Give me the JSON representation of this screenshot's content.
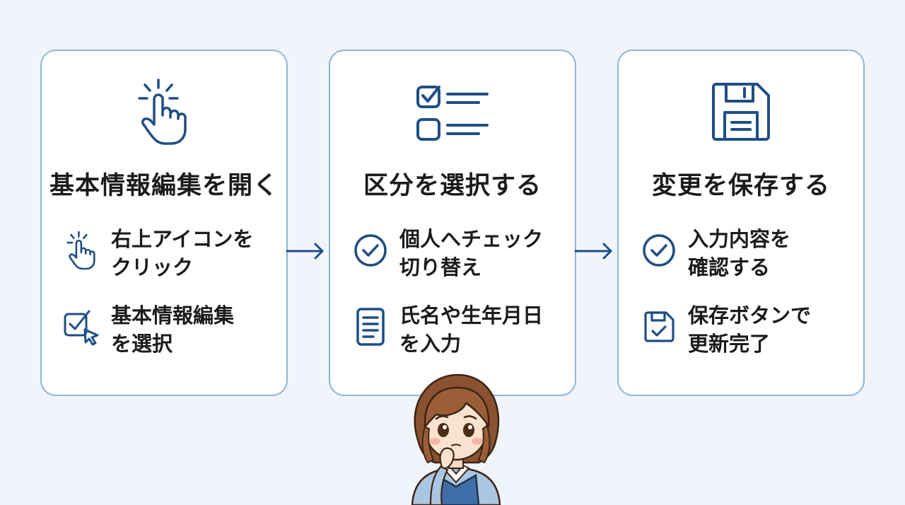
{
  "colors": {
    "background": "#f1f5fb",
    "card_border": "#8fb3da",
    "icon": "#1f4e85",
    "text": "#1b1b1b"
  },
  "steps": [
    {
      "title": "基本情報編集を開く",
      "icon": "tap-hand-icon",
      "items": [
        {
          "icon": "tap-hand-icon",
          "text": "右上アイコンを\nクリック"
        },
        {
          "icon": "checkbox-cursor-icon",
          "text": "基本情報編集\nを選択"
        }
      ]
    },
    {
      "title": "区分を選択する",
      "icon": "checklist-icon",
      "items": [
        {
          "icon": "check-circle-icon",
          "text": "個人へチェック\n切り替え"
        },
        {
          "icon": "document-icon",
          "text": "氏名や生年月日\nを入力"
        }
      ]
    },
    {
      "title": "変更を保存する",
      "icon": "floppy-disk-icon",
      "items": [
        {
          "icon": "check-circle-icon",
          "text": "入力内容を\n確認する"
        },
        {
          "icon": "save-check-icon",
          "text": "保存ボタンで\n更新完了"
        }
      ]
    }
  ]
}
